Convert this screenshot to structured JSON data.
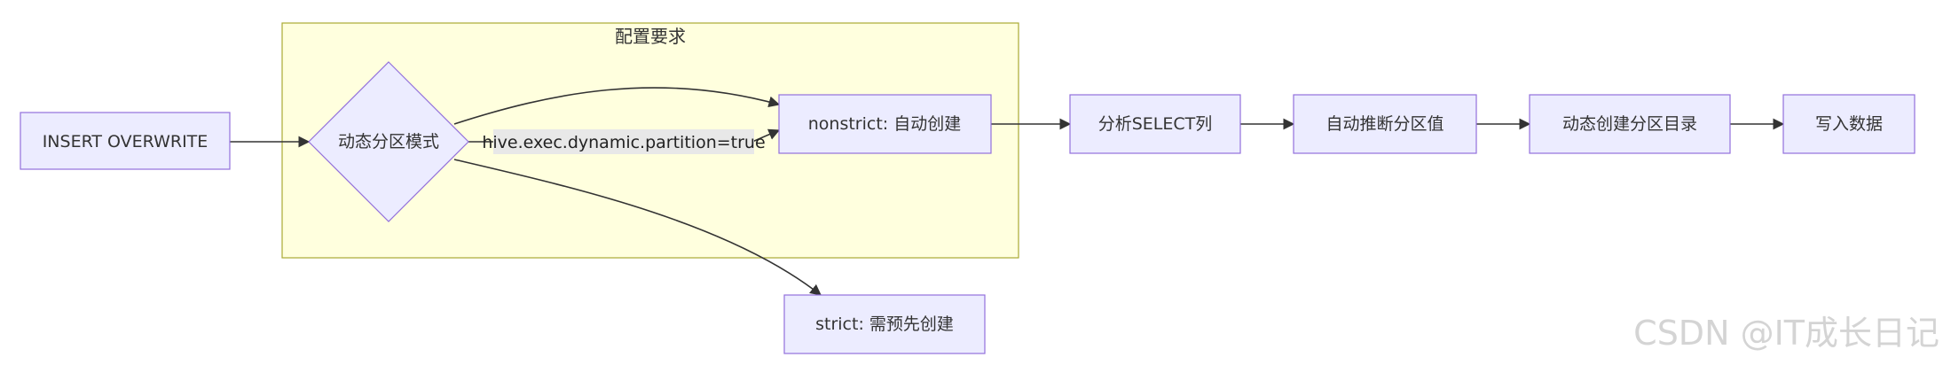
{
  "cluster": {
    "label": "配置要求"
  },
  "nodes": {
    "insert": "INSERT OVERWRITE",
    "mode": "动态分区模式",
    "nonstrict": "nonstrict: 自动创建",
    "strict": "strict: 需预先创建",
    "analyze": "分析SELECT列",
    "infer": "自动推断分区值",
    "mkdir": "动态创建分区目录",
    "write": "写入数据"
  },
  "edges": {
    "config_label": "hive.exec.dynamic.partition=true"
  },
  "watermark": "CSDN @IT成长日记",
  "colors": {
    "node_fill": "#ECECFF",
    "node_stroke": "#9370DB",
    "cluster_fill": "#FFFFDE",
    "cluster_stroke": "#AAAA33",
    "edge": "#333333",
    "edge_label_bg": "#E8E8E8"
  }
}
